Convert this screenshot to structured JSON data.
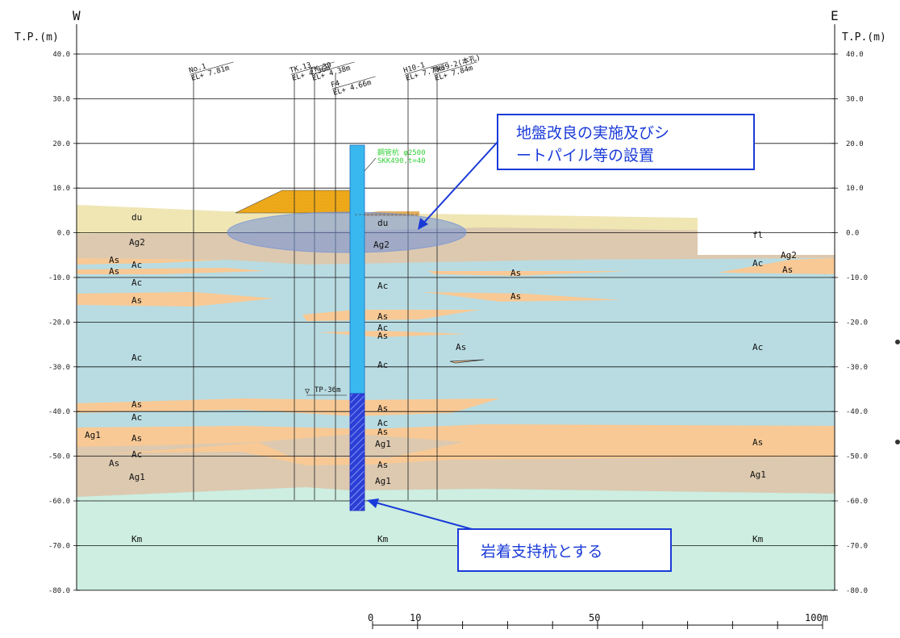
{
  "header": {
    "west": "W",
    "east": "E",
    "unit_left": "T.P.(m)",
    "unit_right": "T.P.(m)"
  },
  "elevation_ticks": [
    "40.0",
    "30.0",
    "20.0",
    "10.0",
    "0.0",
    "-10.0",
    "-20.0",
    "-30.0",
    "-40.0",
    "-50.0",
    "-60.0",
    "-70.0",
    "-80.0"
  ],
  "boreholes": [
    {
      "name": "No.1",
      "el": "EL+ 7.81m"
    },
    {
      "name": "TK.13",
      "el": "EL+ 4.36m"
    },
    {
      "name": "TK.39",
      "el": "EL+ 4.38m"
    },
    {
      "name": "F4",
      "el": "EL+ 4.66m"
    },
    {
      "name": "H10-1",
      "el": "EL+ 7.76m"
    },
    {
      "name": "TK39-2(本孔)",
      "el": "EL+ 7.84m"
    }
  ],
  "pile": {
    "spec_line1": "鋼管杭 φ2500",
    "spec_line2": "SKK490,t=40"
  },
  "water_level": "TP-36m",
  "soil_labels": {
    "du": "du",
    "fl": "fl",
    "ag2": "Ag2",
    "ag1": "Ag1",
    "as": "As",
    "ac": "Ac",
    "km": "Km"
  },
  "callouts": {
    "ground_improvement_line1": "地盤改良の実施及びシ",
    "ground_improvement_line2": "ートパイル等の設置",
    "bearing_pile": "岩着支持杭とする"
  },
  "scale": {
    "labels": [
      "0",
      "10",
      "50",
      "100m"
    ]
  },
  "colors": {
    "du": "#efe6b4",
    "ag": "#dcc9b0",
    "as": "#f8c995",
    "ac": "#b9dce2",
    "km": "#cdeee0",
    "embankment": "#f2ad1c",
    "pile": "#38b8ee",
    "pile_hatch": "#1f2fc4",
    "callout": "#1a3ad8",
    "improvement": "#6f8fd8"
  }
}
